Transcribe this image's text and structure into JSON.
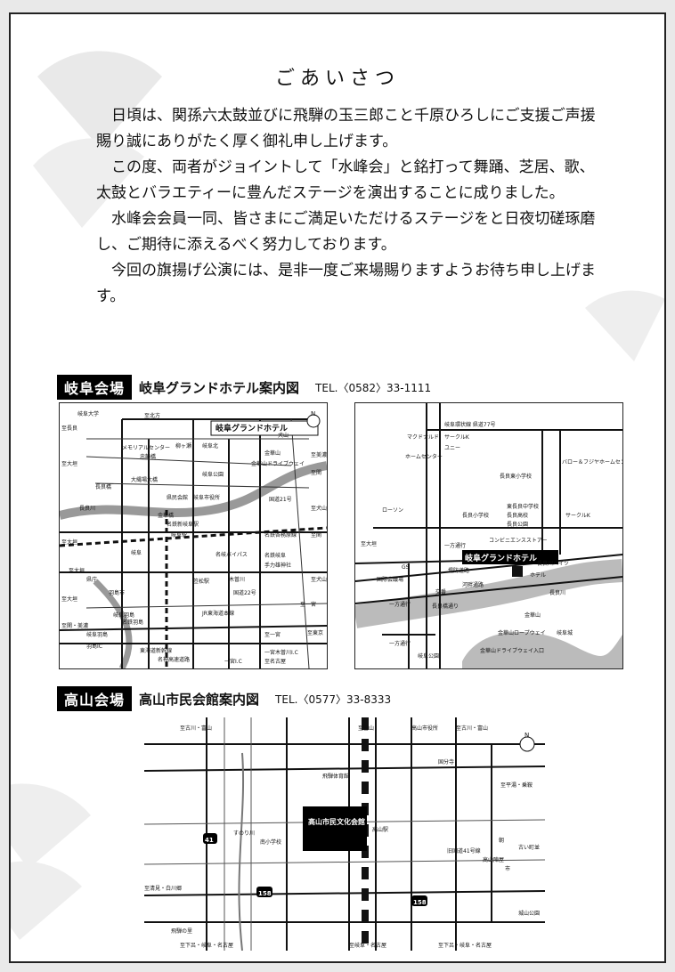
{
  "greeting": {
    "title": "ごあいさつ",
    "paragraphs": [
      "日頃は、関孫六太鼓並びに飛騨の玉三郎こと千原ひろしにご支援ご声援賜り誠にありがたく厚く御礼申し上げます。",
      "この度、両者がジョイントして「水峰会」と銘打って舞踊、芝居、歌、太鼓とバラエティーに豊んだステージを演出することに成りました。",
      "水峰会会員一同、皆さまにご満足いただけるステージをと日夜切磋琢磨し、ご期待に添えるべく努力しております。",
      "今回の旗揚げ公演には、是非一度ご来場賜りますようお待ち申し上げます。"
    ]
  },
  "gifu": {
    "tag": "岐阜会場",
    "title": "岐阜グランドホテル案内図",
    "tel": "TEL.〈0582〉33-1111",
    "hotel": "岐阜グランドホテル",
    "north": "N",
    "left_map": {
      "labels": [
        "岐阜大学",
        "岐阜公園",
        "長良川",
        "長良橋",
        "岐阜駅",
        "名鉄新岐阜駅",
        "名鉄岐阜",
        "県庁",
        "至大垣",
        "至関・美濃",
        "至大垣",
        "岐阜羽島",
        "名神高速道路",
        "東海道新幹線",
        "岐阜羽島",
        "羽島IC",
        "至東京",
        "至一宮",
        "至名古屋",
        "至犬山",
        "至犬山",
        "至関",
        "至関",
        "至美濃",
        "名鉄各務原線",
        "金華山",
        "金華山ドライブウェイ",
        "木曽川",
        "一宮I.C",
        "一宮木曽川I.C",
        "笠松駅",
        "犬山",
        "柳ヶ瀬",
        "岐阜北",
        "県民会館",
        "大縄場大橋",
        "至長良",
        "金華橋",
        "忠節橋",
        "メモリアルセンター",
        "岐阜市役所",
        "名岐バイパス",
        "至大垣",
        "岐阜",
        "羽島市",
        "至大垣",
        "至一宮",
        "JR東海道本線",
        "手力雄神社",
        "至北方",
        "名鉄羽島",
        "国道22号",
        "国道21号"
      ]
    },
    "right_map": {
      "labels": [
        "岐阜環状線 県道77号",
        "バロー＆フジヤホームセンター",
        "長良東小学校",
        "東長良中学校",
        "長良小学校",
        "長良高校",
        "長良公園",
        "サークルK",
        "ローソン",
        "コンビニエンスストアー",
        "GS",
        "国際会議場",
        "長良橋通り",
        "一方通行",
        "一方通行",
        "長良川",
        "河畔通路",
        "堤防道路",
        "金華山",
        "金華山ロープウェイ",
        "岐阜城",
        "金華山ドライブウェイ入口",
        "岐阜公園",
        "交番",
        "長良川ハイツ",
        "ホテル",
        "マクドナルド",
        "サークルK",
        "ユニー",
        "ホームセンター",
        "至大垣",
        "一方通行"
      ]
    }
  },
  "takayama": {
    "tag": "高山会場",
    "title": "高山市民会館案内図",
    "tel": "TEL.〈0577〉33-8333",
    "hall": "高山市民文化会館",
    "north": "N",
    "labels": [
      "至古川・富山",
      "至富山",
      "高山市役所",
      "至古川・富山",
      "国分寺",
      "飛騨体育館",
      "至平湯・乗鞍",
      "すのり川",
      "高山駅",
      "南小学校",
      "旧国道41号線",
      "古い町並",
      "高山陣屋",
      "市",
      "朝",
      "至清見・白川郷",
      "城山公園",
      "飛騨の里",
      "至下呂・岐阜・名古屋",
      "至岐阜・名古屋",
      "至下呂・岐阜・名古屋"
    ],
    "route_badges": [
      "41",
      "158",
      "158"
    ]
  }
}
